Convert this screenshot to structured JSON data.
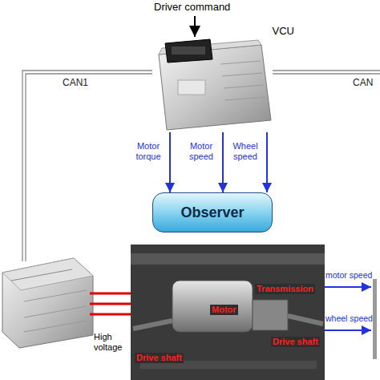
{
  "diagram": {
    "nodes": [
      {
        "text": [
          "VCU"
        ]
      },
      {
        "text": [
          "Observer"
        ]
      }
    ],
    "edges": [
      {
        "from": 0,
        "to": 1,
        "arrow": "to",
        "label": "Motor torque"
      },
      {
        "from": 0,
        "to": 1,
        "arrow": "to",
        "label": "Motor speed"
      },
      {
        "from": 0,
        "to": 1,
        "arrow": "to",
        "label": "Wheel speed"
      }
    ],
    "labels": [
      "Driver command",
      "CAN1",
      "CAN",
      "High voltage",
      "Motor",
      "Transmission",
      "Drive shaft",
      "Drive shaft",
      "motor speed",
      "wheel speed"
    ]
  }
}
